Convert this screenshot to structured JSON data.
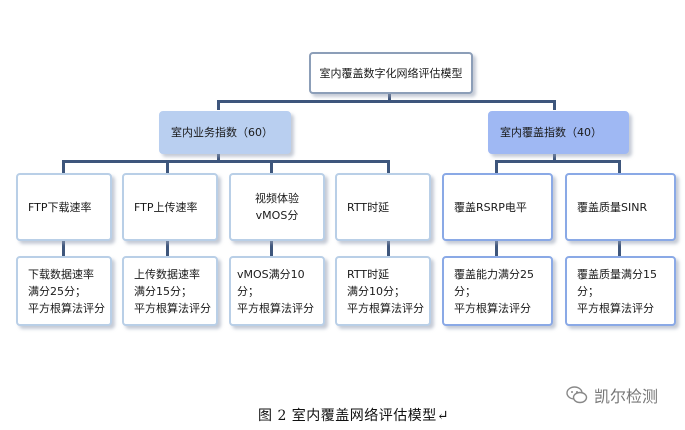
{
  "root": {
    "label": "室内覆盖数字化网络评估模型"
  },
  "level1": [
    {
      "label": "室内业务指数（60）"
    },
    {
      "label": "室内覆盖指数（40）"
    }
  ],
  "level2": [
    {
      "label": "FTP下载速率"
    },
    {
      "label": "FTP上传速率"
    },
    {
      "lines": [
        "视频体验",
        "vMOS分"
      ]
    },
    {
      "label": "RTT时延"
    },
    {
      "label": "覆盖RSRP电平"
    },
    {
      "label": "覆盖质量SINR"
    }
  ],
  "level3": [
    {
      "lines": [
        "下载数据速率",
        "满分25分；",
        "平方根算法评分"
      ]
    },
    {
      "lines": [
        "上传数据速率",
        "满分15分；",
        "平方根算法评分"
      ]
    },
    {
      "lines": [
        "vMOS满分10分；",
        "平方根算法评分"
      ]
    },
    {
      "lines": [
        "RTT时延",
        "满分10分；",
        "平方根算法评分"
      ]
    },
    {
      "lines": [
        "覆盖能力满分25分；",
        "平方根算法评分"
      ]
    },
    {
      "lines": [
        "覆盖质量满分15分；",
        "平方根算法评分"
      ]
    }
  ],
  "caption": "图 2 室内覆盖网络评估模型↵",
  "watermark": "凯尔检测",
  "colors": {
    "connector": "#3e567c",
    "box_border": "#b9cfe7",
    "highlight": "#9fb8f3"
  }
}
